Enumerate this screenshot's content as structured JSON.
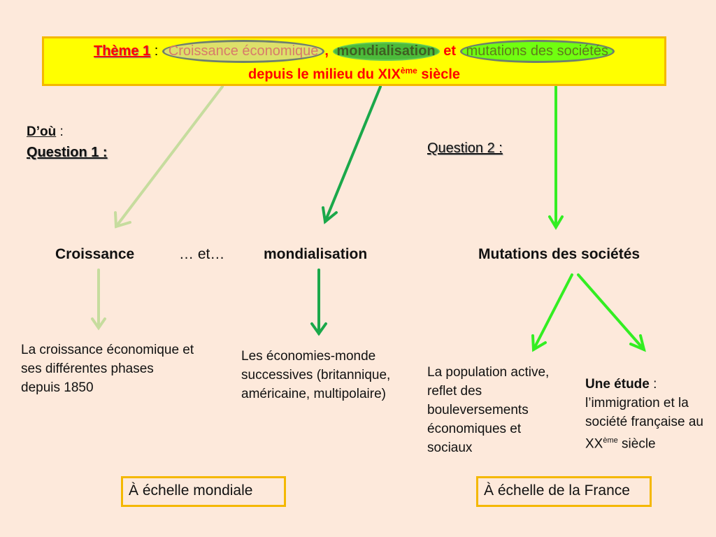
{
  "title": {
    "theme": "Thème 1",
    "colon": " : ",
    "part1": "Croissance économique",
    "comma": ", ",
    "part2": "mondialisation",
    "et": " et ",
    "part3": "mutations des sociétés",
    "line2a": "depuis le milieu du XIX",
    "sup": "ème",
    "line2b": " siècle"
  },
  "left": {
    "dou": "D’où",
    "dou_colon": " :",
    "question": "Question 1 :"
  },
  "right": {
    "question": "Question 2 :"
  },
  "nodes": {
    "croissance": "Croissance",
    "et": "… et…",
    "mondialisation": "mondialisation",
    "mutations": "Mutations des sociétés"
  },
  "details": {
    "croissance": "La croissance économique et ses différentes phases depuis 1850",
    "mondialisation": "Les économies-monde successives (britannique, américaine, multipolaire)",
    "population": "La population active, reflet des bouleversements économiques et sociaux",
    "etude_label": "Une étude",
    "etude_colon": " :",
    "etude_text": "l’immigration et la société française au XX",
    "etude_sup": "ème",
    "etude_end": " siècle"
  },
  "scales": {
    "mondiale": "À échelle mondiale",
    "france": "À échelle de la France"
  },
  "colors": {
    "light": "#c6dc9e",
    "dark": "#1aa84a",
    "bright": "#33ee22"
  }
}
